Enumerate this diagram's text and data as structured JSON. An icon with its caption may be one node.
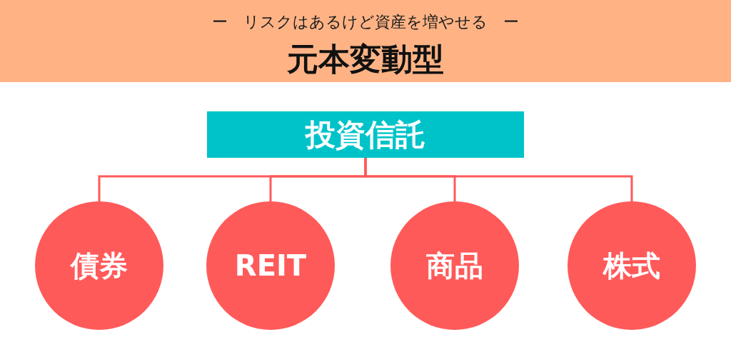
{
  "diagram": {
    "nodes": [
      {
        "text": [
          "ー　リスクはあるけど資産を増やせる　ー",
          "元本変動型"
        ]
      },
      {
        "text": [
          "投資信託"
        ]
      },
      {
        "text": [
          "債券"
        ]
      },
      {
        "text": [
          "REIT"
        ]
      },
      {
        "text": [
          "商品"
        ]
      },
      {
        "text": [
          "株式"
        ]
      }
    ],
    "edges": [
      {
        "from": 1,
        "to": 2,
        "arrow": "none"
      },
      {
        "from": 1,
        "to": 3,
        "arrow": "none"
      },
      {
        "from": 1,
        "to": 4,
        "arrow": "none"
      },
      {
        "from": 1,
        "to": 5,
        "arrow": "none"
      }
    ]
  }
}
